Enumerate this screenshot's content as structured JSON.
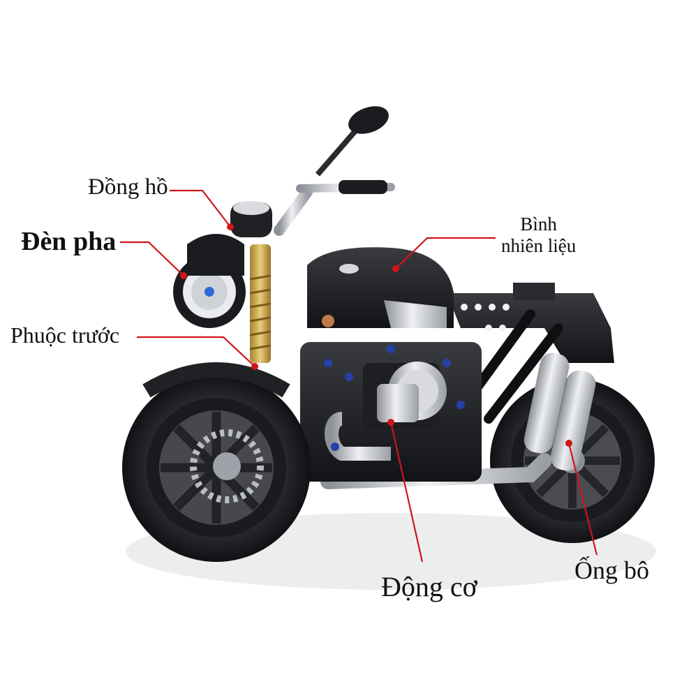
{
  "labels": {
    "dong_ho": "Đồng hồ",
    "den_pha": "Đèn pha",
    "phuoc_truoc": "Phuộc trước",
    "binh_nhien_lieu_line1": "Bình",
    "binh_nhien_lieu_line2": "nhiên liệu",
    "dong_co": "Động cơ",
    "ong_bo": "Ống bô"
  },
  "colors": {
    "leader": "#d0141b",
    "bike_black": "#1b1c1f",
    "chrome": "#b9bcc1",
    "gold": "#c9a042",
    "tire": "#2a2b2e"
  },
  "icons": {
    "subject": "motorcycle-model"
  }
}
